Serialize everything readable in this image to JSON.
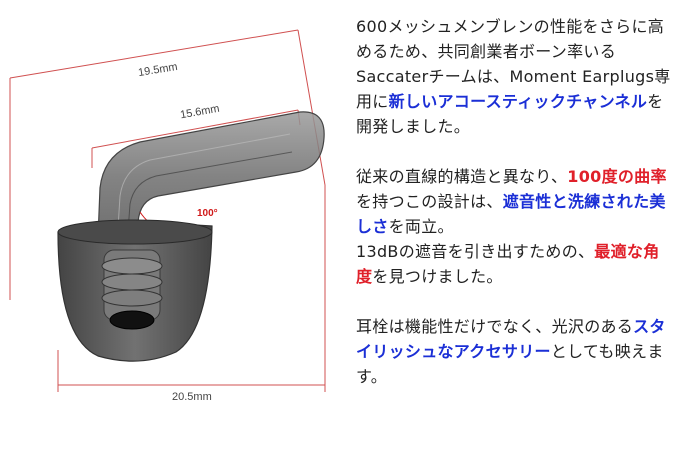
{
  "figure": {
    "dim_overall": "19.5mm",
    "dim_stem": "15.6mm",
    "dim_tip_width": "20.5mm",
    "angle": "100°"
  },
  "text": {
    "p1": [
      {
        "t": "600メッシュメンブレンの性能をさらに高めるため、共同創業者ボーン率いるSaccaterチームは、Moment Earplugs専用に",
        "s": "normal"
      },
      {
        "t": "新しいアコースティックチャンネル",
        "s": "blue"
      },
      {
        "t": "を開発しました。",
        "s": "normal"
      }
    ],
    "p2": [
      {
        "t": "従来の直線的構造と異なり、",
        "s": "normal"
      },
      {
        "t": "100度の曲率",
        "s": "red"
      },
      {
        "t": "を持つこの設計は、",
        "s": "normal"
      },
      {
        "t": "遮音性と洗練された美しさ",
        "s": "blue"
      },
      {
        "t": "を両立。",
        "s": "normal"
      }
    ],
    "p3": [
      {
        "t": "13dBの遮音を引き出すための、",
        "s": "normal"
      },
      {
        "t": "最適な角度",
        "s": "red"
      },
      {
        "t": "を見つけました。",
        "s": "normal"
      }
    ],
    "p4": [
      {
        "t": "耳栓は機能性だけでなく、光沢のある",
        "s": "normal"
      },
      {
        "t": "スタイリッシュなアクセサリー",
        "s": "blue"
      },
      {
        "t": "としても映えます。",
        "s": "normal"
      }
    ]
  }
}
